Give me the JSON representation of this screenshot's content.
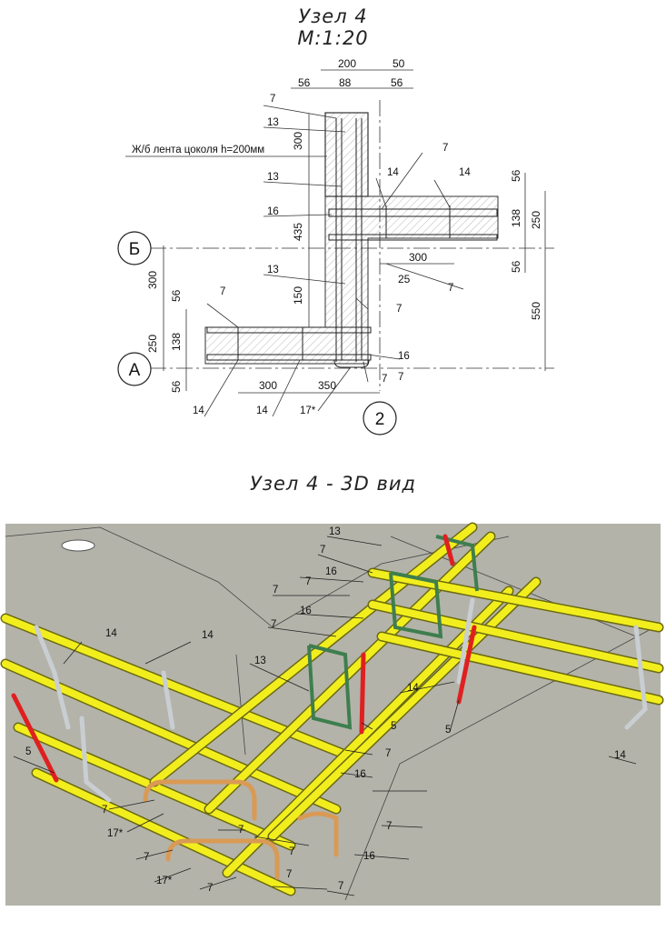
{
  "title": {
    "node": "Узел 4",
    "scale": "М:1:20",
    "view3d": "Узел 4 - 3D вид"
  },
  "section": {
    "note": "Ж/б лента цоколя h=200мм",
    "axis_a": "А",
    "axis_b": "Б",
    "axis_2": "2",
    "dims": [
      "200",
      "50",
      "56",
      "88",
      "56",
      "300",
      "435",
      "150",
      "300",
      "56",
      "250",
      "138",
      "56",
      "56",
      "138",
      "250",
      "56",
      "550",
      "300",
      "25",
      "300",
      "350"
    ],
    "marks": [
      "7",
      "13",
      "13",
      "16",
      "13",
      "7",
      "14",
      "14",
      "7",
      "7",
      "7",
      "16",
      "7",
      "7",
      "14",
      "14",
      "17*"
    ]
  },
  "view3d": {
    "marks": [
      "13",
      "7",
      "7",
      "16",
      "7",
      "16",
      "7",
      "14",
      "14",
      "13",
      "14",
      "5",
      "5",
      "5",
      "7",
      "16",
      "7",
      "17*",
      "7",
      "7",
      "16",
      "7",
      "17*",
      "7",
      "7",
      "7",
      "7",
      "14"
    ]
  },
  "colors": {
    "rebar_yellow": "#f2ee1e",
    "rebar_orange": "#d99a55",
    "rebar_green": "#3e7e4e",
    "rebar_red": "#e02020",
    "rebar_grey": "#c9ced2",
    "ground": "#b3b3aa"
  }
}
